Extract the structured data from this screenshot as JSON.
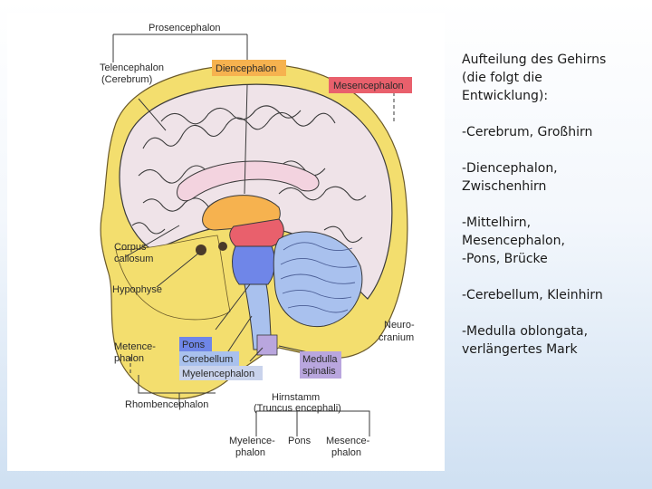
{
  "diagram": {
    "top": {
      "prosencephalon": "Prosencephalon"
    },
    "labels": {
      "telencephalon_1": "Telencephalon",
      "telencephalon_2": "(Cerebrum)",
      "diencephalon": "Diencephalon",
      "mesencephalon": "Mesencephalon",
      "corpus_1": "Corpus",
      "corpus_2": "callosum",
      "hypophyse": "Hypophyse",
      "metence_1": "Metence-",
      "metence_2": "phalon",
      "pons": "Pons",
      "cerebellum": "Cerebellum",
      "myelencephalon": "Myelencephalon",
      "medulla_1": "Medulla",
      "medulla_2": "spinalis",
      "neuro_1": "Neuro-",
      "neuro_2": "cranium",
      "rhombencephalon": "Rhombencephalon",
      "hirnstamm_1": "Hirnstamm",
      "hirnstamm_2": "(Truncus encephali)",
      "bottom_myelence_1": "Myelence-",
      "bottom_myelence_2": "phalon",
      "bottom_pons": "Pons",
      "bottom_mesence_1": "Mesence-",
      "bottom_mesence_2": "phalon"
    },
    "colors": {
      "skull": "#f3de6e",
      "cortex": "#f0e6ea",
      "diencephalon": "#f6b24f",
      "mesencephalon": "#e9606c",
      "pons": "#6f86e8",
      "cerebellum": "#a9c1ee",
      "medulla": "#b9a6de",
      "corpus": "#f3d3df"
    }
  },
  "caption": {
    "l1": "Aufteilung des Gehirns",
    "l2": "(die folgt die",
    "l3": "Entwicklung):",
    "l4": "-Cerebrum, Großhirn",
    "l5": "-Diencephalon,",
    "l6": "Zwischenhirn",
    "l7": "-Mittelhirn,",
    "l8": "Mesencephalon,",
    "l9": "-Pons, Brücke",
    "l10": "-Cerebellum, Kleinhirn",
    "l11": "-Medulla oblongata,",
    "l12": "verlängertes Mark"
  }
}
